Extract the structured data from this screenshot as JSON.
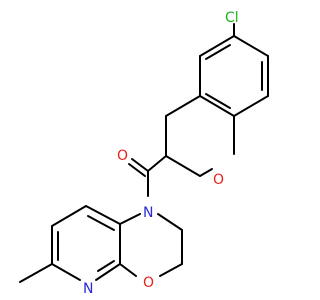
{
  "atoms": {
    "chlorine": "Cl",
    "carbonyl_oxygen": "O",
    "chromane_oxygen": "O",
    "amide_nitrogen": "N",
    "pyridine_nitrogen": "N",
    "oxazine_oxygen": "O"
  },
  "colors": {
    "bond": "#000000",
    "chlorine": "#1fb31f",
    "oxygen": "#e8221c",
    "nitrogen": "#2a2ad8"
  }
}
